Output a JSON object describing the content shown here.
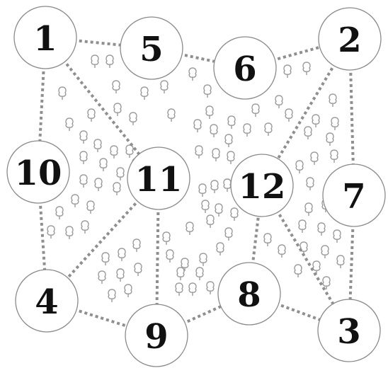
{
  "diagram": {
    "nodes": [
      {
        "id": "1",
        "label": "1"
      },
      {
        "id": "2",
        "label": "2"
      },
      {
        "id": "3",
        "label": "3"
      },
      {
        "id": "4",
        "label": "4"
      },
      {
        "id": "5",
        "label": "5"
      },
      {
        "id": "6",
        "label": "6"
      },
      {
        "id": "7",
        "label": "7"
      },
      {
        "id": "8",
        "label": "8"
      },
      {
        "id": "9",
        "label": "9"
      },
      {
        "id": "10",
        "label": "10"
      },
      {
        "id": "11",
        "label": "11"
      },
      {
        "id": "12",
        "label": "12"
      }
    ],
    "edges": [
      [
        "1",
        "5"
      ],
      [
        "5",
        "6"
      ],
      [
        "6",
        "2"
      ],
      [
        "1",
        "10"
      ],
      [
        "1",
        "11"
      ],
      [
        "2",
        "7"
      ],
      [
        "2",
        "12"
      ],
      [
        "10",
        "4"
      ],
      [
        "11",
        "4"
      ],
      [
        "11",
        "9"
      ],
      [
        "4",
        "9"
      ],
      [
        "9",
        "8"
      ],
      [
        "8",
        "12"
      ],
      [
        "8",
        "3"
      ],
      [
        "12",
        "3"
      ],
      [
        "7",
        "3"
      ]
    ],
    "edge_style": "dashed",
    "colors": {
      "edge": "#8f8f8f",
      "node_border": "#8a8a8a",
      "label": "#111111",
      "tree": "#9a9a9a"
    },
    "background_icon": "tree-icon"
  }
}
